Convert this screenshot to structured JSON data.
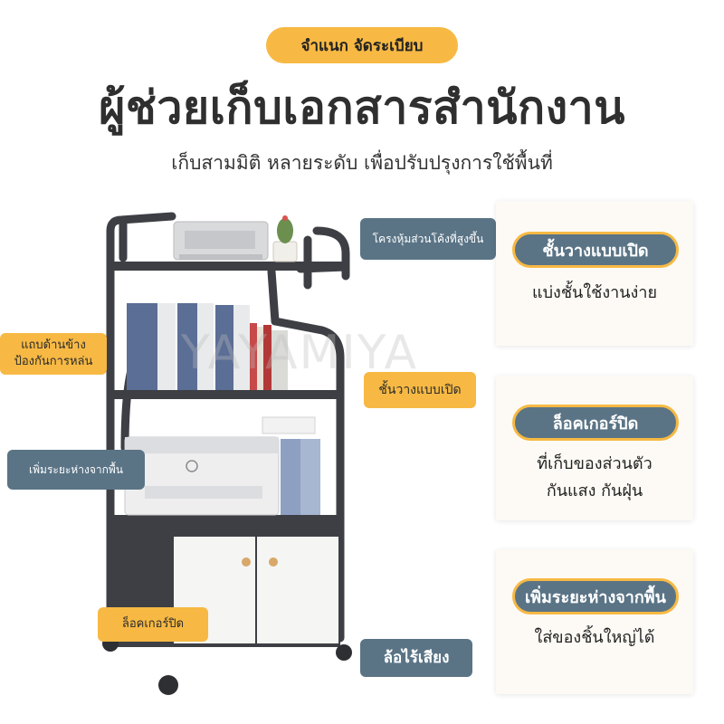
{
  "top_tag": "จำแนก จัดระเบียบ",
  "headline": "ผู้ช่วยเก็บเอกสารสำนักงาน",
  "subheadline": "เก็บสามมิติ หลายระดับ เพื่อปรับปรุงการใช้พื้นที่",
  "watermark": "YAYAMIYA",
  "callouts": {
    "curved_top": "โครงหุ้มส่วนโค้งที่สูงขึ้น",
    "side_guard_line1": "แถบด้านข้าง",
    "side_guard_line2": "ป้องกันการหล่น",
    "open_shelf": "ชั้นวางแบบเปิด",
    "height_from_floor": "เพิ่มระยะห่างจากพื้น",
    "lock_cabinet": "ล็อคเกอร์ปิด",
    "silent_wheels": "ล้อไร้เสียง"
  },
  "feature_cards": [
    {
      "title": "ชั้นวางแบบเปิด",
      "desc_line1": "แบ่งชั้นใช้งานง่าย",
      "desc_line2": ""
    },
    {
      "title": "ล็อคเกอร์ปิด",
      "desc_line1": "ที่เก็บของส่วนตัว",
      "desc_line2": "กันแสง กันฝุ่น"
    },
    {
      "title": "เพิ่มระยะห่างจากพื้น",
      "desc_line1": "ใส่ของชิ้นใหญ่ได้",
      "desc_line2": ""
    }
  ],
  "colors": {
    "accent_orange": "#f7b944",
    "slate_blue": "#5a7486",
    "frame_dark": "#3d3f44",
    "folder_blue": "#5b6e95"
  },
  "icons": [
    "printer-icon",
    "cactus-plant-icon",
    "hp-logo"
  ]
}
